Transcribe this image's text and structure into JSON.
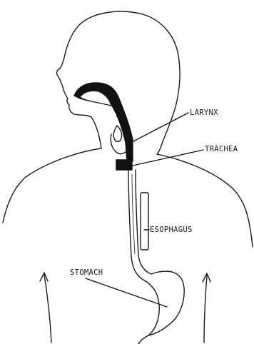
{
  "labels": {
    "larynx": "LARYNX",
    "trachea": "TRACHEA",
    "esophagus": "ESOPHAGUS",
    "stomach": "STOMACH"
  },
  "colors": {
    "line": "#1a1a1a",
    "fill": "#111111",
    "background": "#ffffff"
  }
}
